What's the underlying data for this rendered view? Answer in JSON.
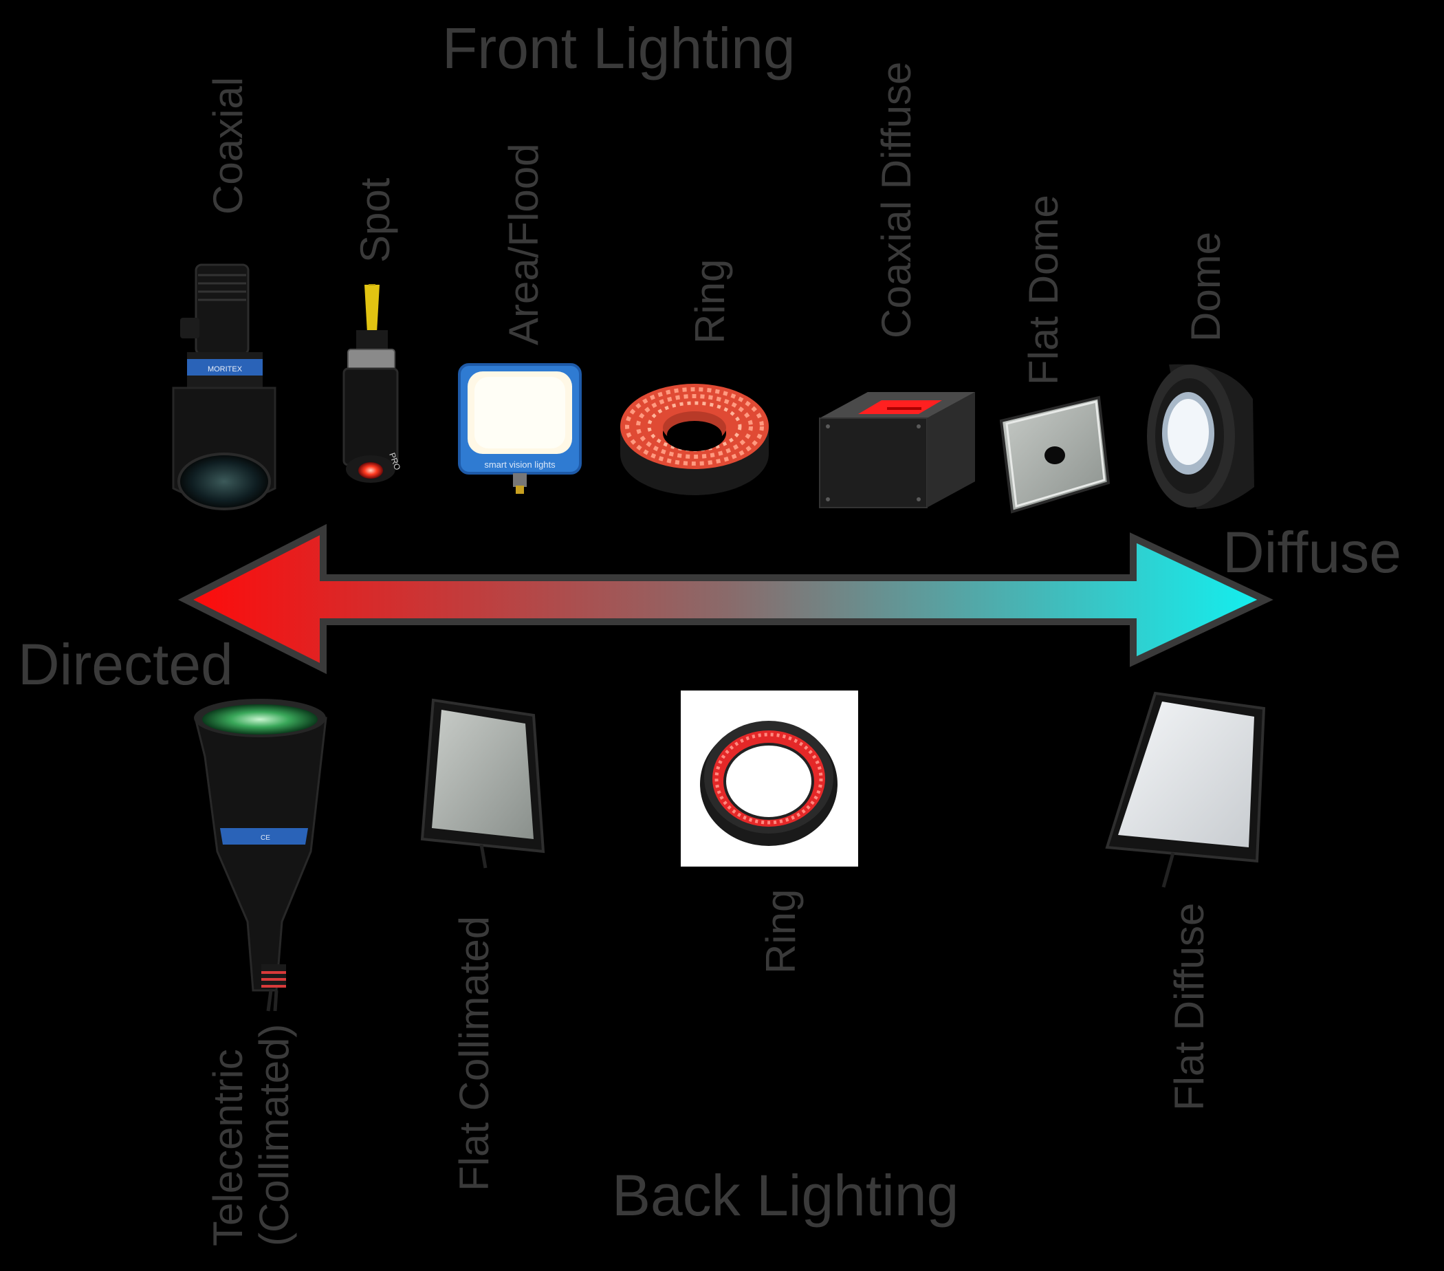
{
  "titles": {
    "front": "Front Lighting",
    "back": "Back Lighting"
  },
  "axis": {
    "left": "Directed",
    "right": "Diffuse",
    "left_color": "#ff0a0a",
    "right_color": "#12f0f0"
  },
  "front_lights": [
    {
      "label": "Coaxial",
      "icon": "coaxial-lens-icon"
    },
    {
      "label": "Spot",
      "icon": "spot-light-icon"
    },
    {
      "label": "Area/Flood",
      "icon": "area-flood-light-icon"
    },
    {
      "label": "Ring",
      "icon": "ring-light-icon"
    },
    {
      "label": "Coaxial Diffuse",
      "icon": "coaxial-diffuse-box-icon"
    },
    {
      "label": "Flat Dome",
      "icon": "flat-dome-panel-icon"
    },
    {
      "label": "Dome",
      "icon": "dome-light-icon"
    }
  ],
  "back_lights": [
    {
      "label": "Telecentric\n(Collimated)",
      "icon": "telecentric-lens-icon"
    },
    {
      "label": "Flat Collimated",
      "icon": "flat-collimated-panel-icon"
    },
    {
      "label": "Ring",
      "icon": "back-ring-light-icon"
    },
    {
      "label": "Flat Diffuse",
      "icon": "flat-diffuse-panel-icon"
    }
  ],
  "product_text": {
    "coaxial_brand": "MORITEX",
    "spot_brand": "PRO",
    "area_brand": "smart vision lights"
  }
}
